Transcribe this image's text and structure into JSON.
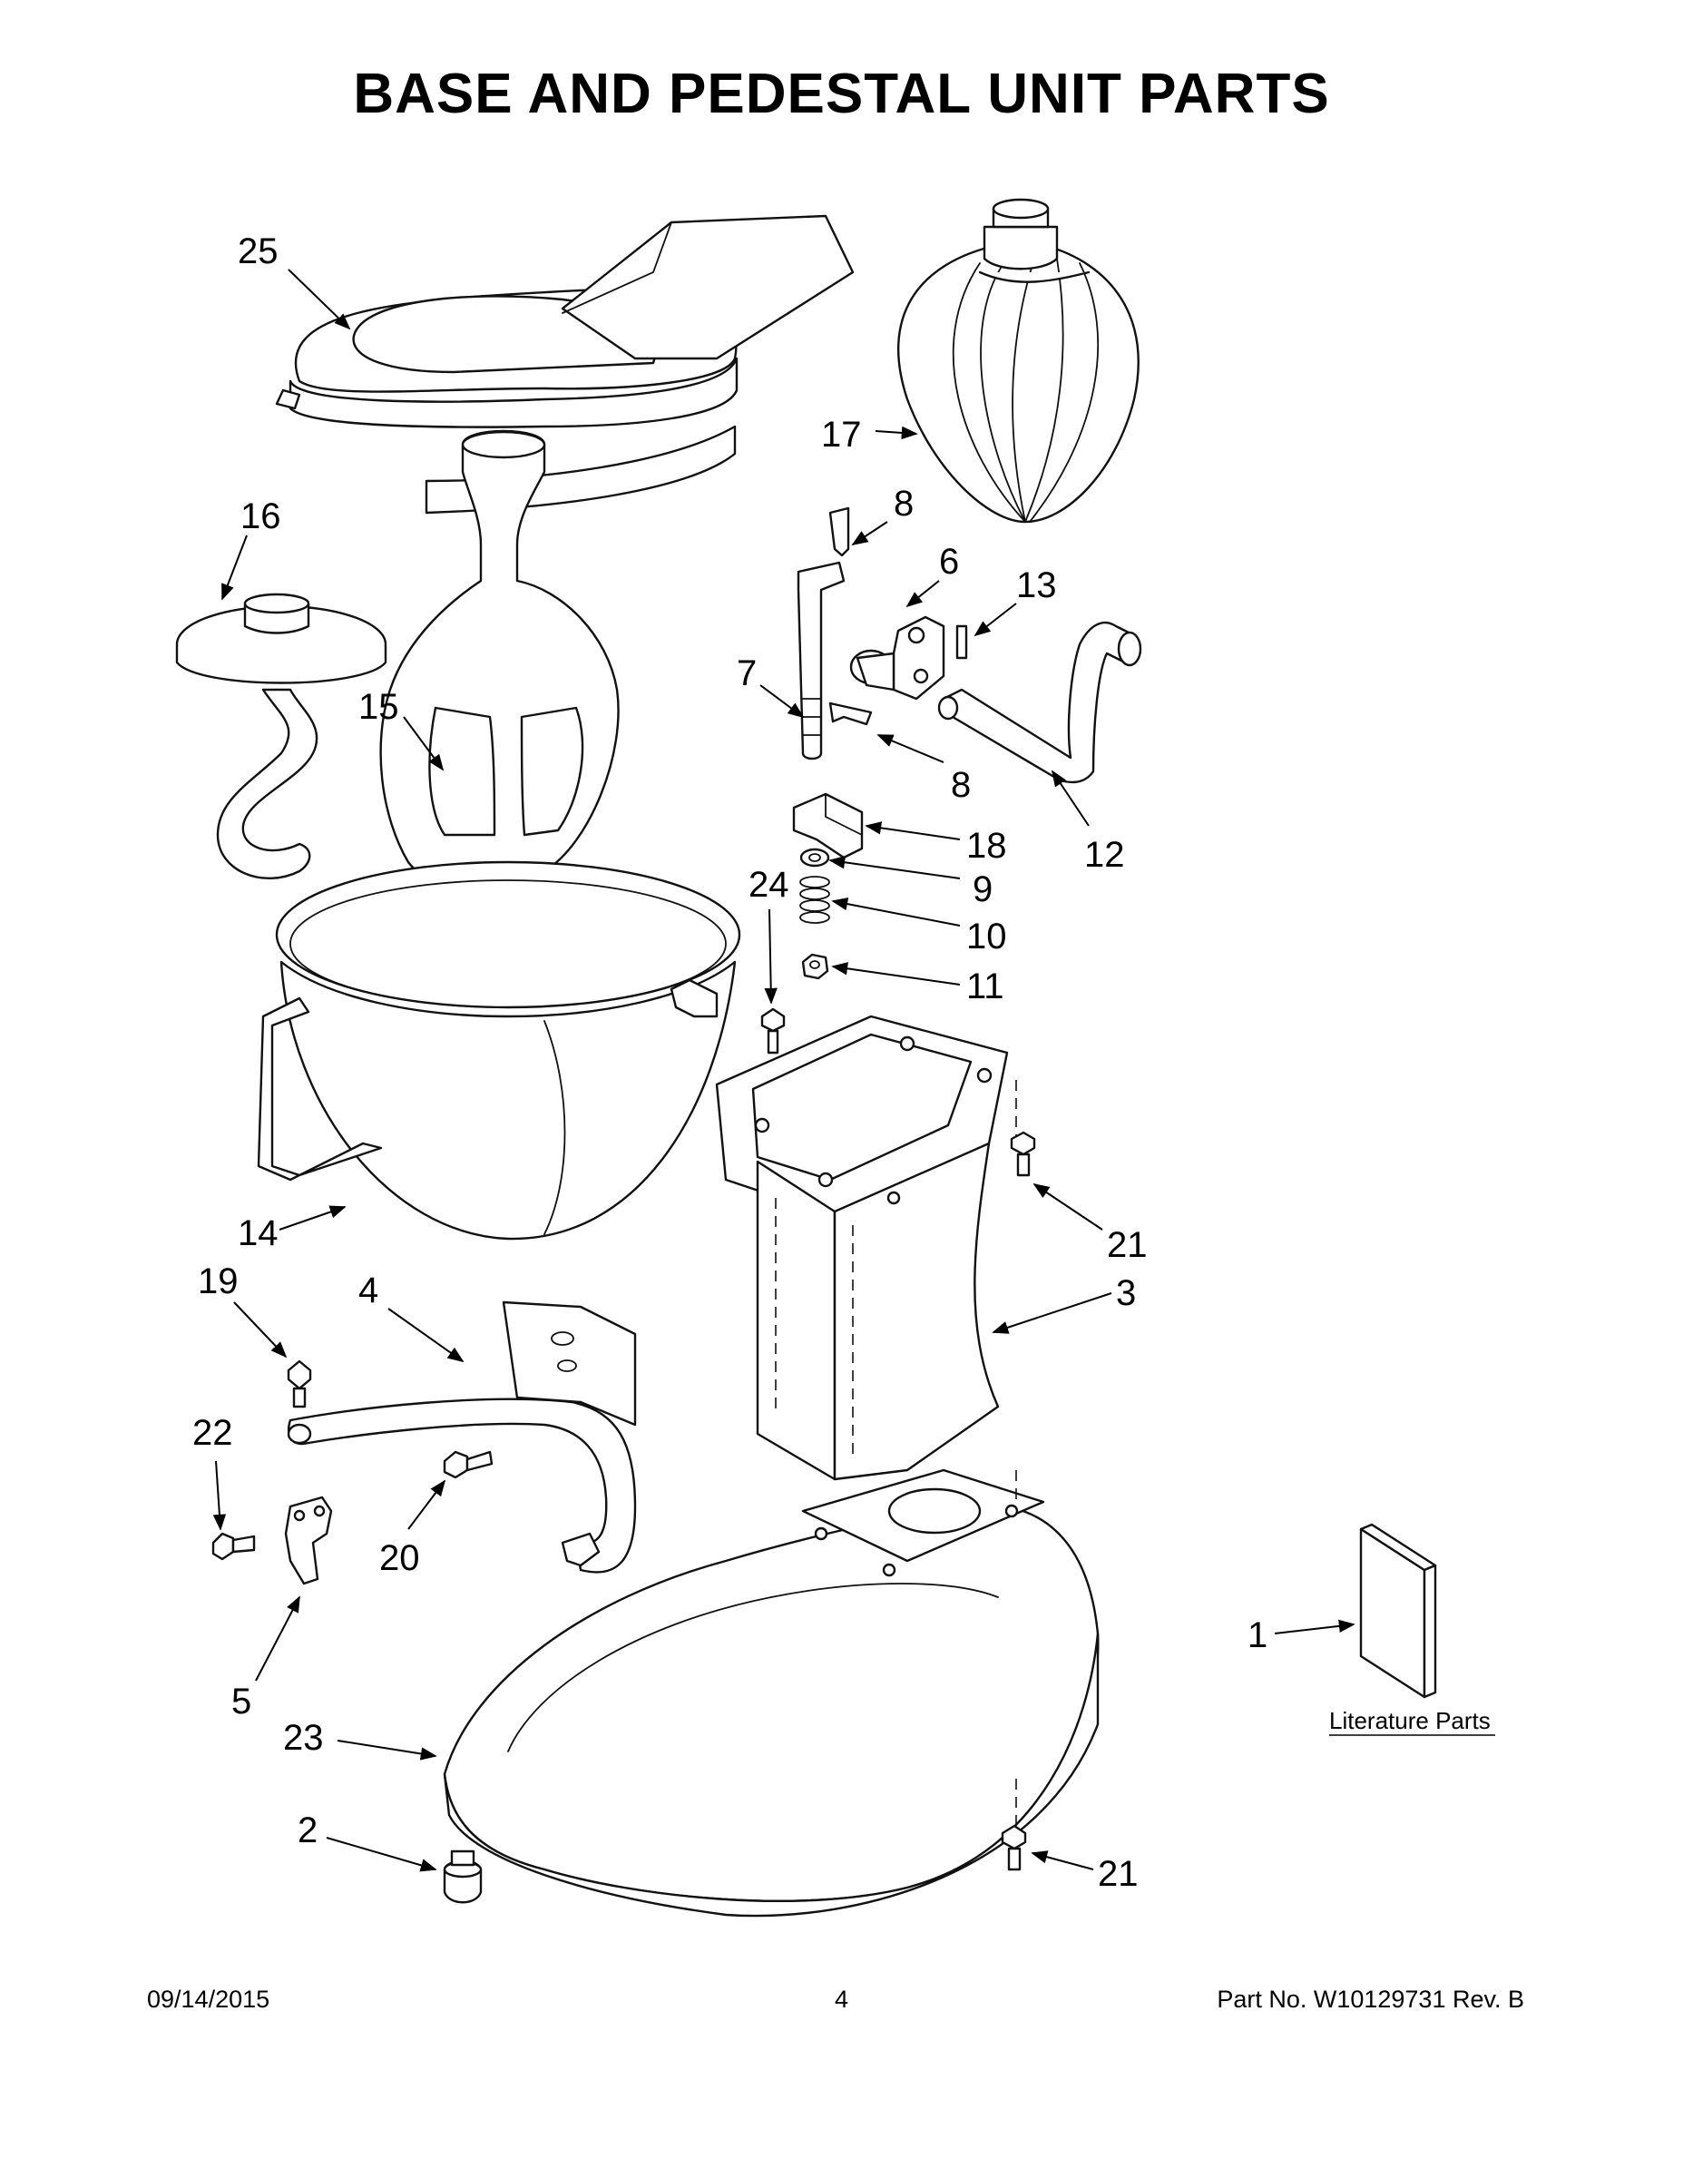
{
  "title": "BASE AND PEDESTAL UNIT PARTS",
  "callouts": {
    "c25": "25",
    "c17": "17",
    "c16": "16",
    "c8a": "8",
    "c6": "6",
    "c13": "13",
    "c7": "7",
    "c15": "15",
    "c8b": "8",
    "c12": "12",
    "c18": "18",
    "c9": "9",
    "c24": "24",
    "c10": "10",
    "c11": "11",
    "c14": "14",
    "c21a": "21",
    "c3": "3",
    "c19": "19",
    "c4": "4",
    "c22": "22",
    "c20": "20",
    "c1": "1",
    "c5": "5",
    "c23": "23",
    "c2": "2",
    "c21b": "21"
  },
  "literature_label": "Literature Parts",
  "footer": {
    "date": "09/14/2015",
    "page": "4",
    "part_no": "Part No.  W10129731  Rev.  B"
  }
}
